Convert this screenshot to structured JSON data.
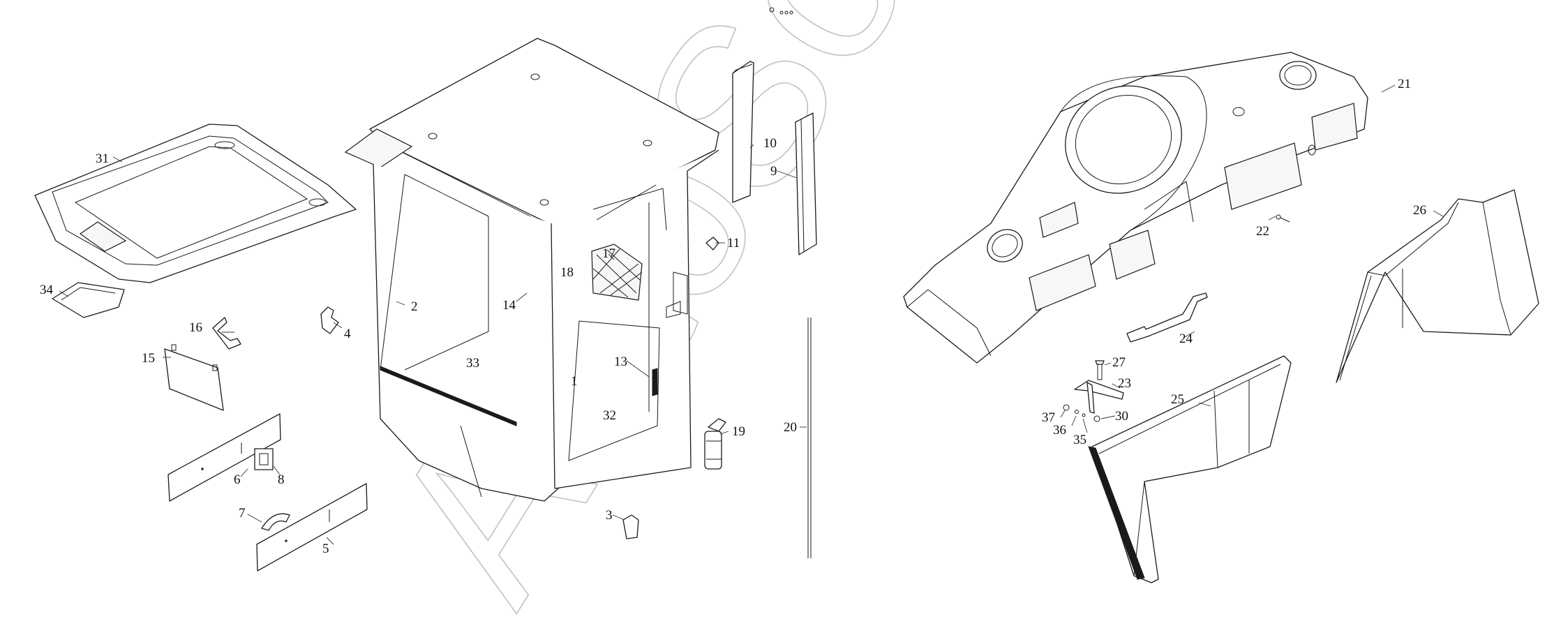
{
  "watermark": {
    "text": "AutoSoft",
    "color": "#9a9a9a"
  },
  "callouts": [
    "1",
    "2",
    "3",
    "4",
    "5",
    "6",
    "7",
    "8",
    "9",
    "10",
    "11",
    "13",
    "14",
    "15",
    "16",
    "17",
    "18",
    "19",
    "20",
    "21",
    "22",
    "23",
    "24",
    "25",
    "26",
    "27",
    "30",
    "31",
    "32",
    "33",
    "34",
    "35",
    "36",
    "37"
  ],
  "colors": {
    "line": "#1a1a1a",
    "background": "#ffffff"
  }
}
